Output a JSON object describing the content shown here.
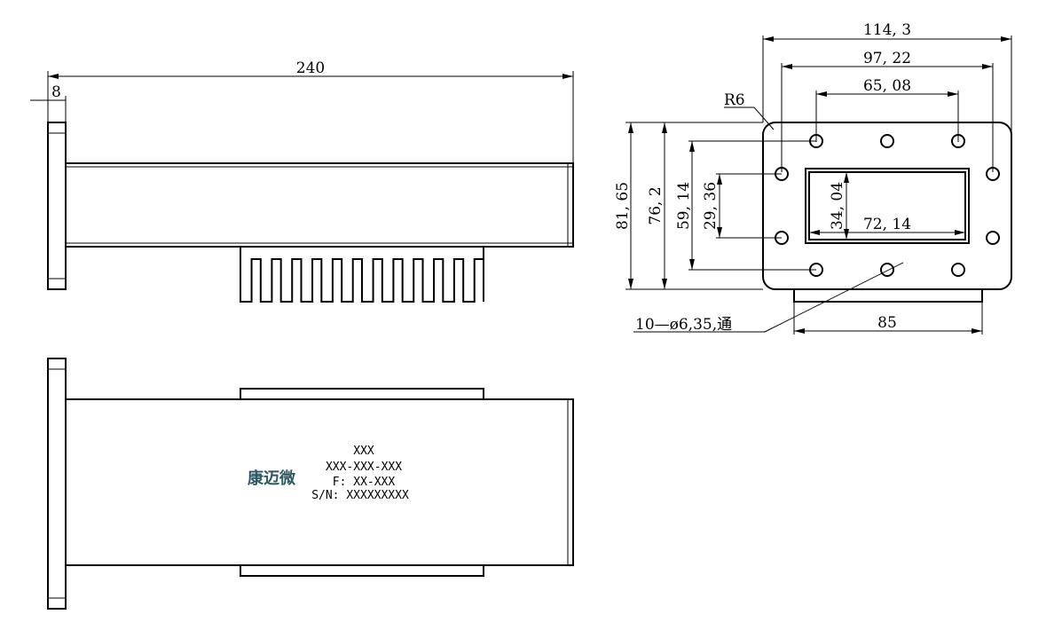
{
  "side_view": {
    "total_length": "240",
    "flange_thickness": "8"
  },
  "flange_view": {
    "width_outer": "114, 3",
    "width_holes_outer": "97, 22",
    "width_holes_inner": "65, 08",
    "corner_radius": "R6",
    "height_outer": "81, 65",
    "height_holes_outer": "76, 2",
    "height_holes_mid": "59, 14",
    "height_holes_inner": "29, 36",
    "aperture_height": "34, 04",
    "aperture_width": "72, 14",
    "hole_callout": "10—ø6,35,通",
    "base_width": "85"
  },
  "label_plate": {
    "logo": "康迈微",
    "line1": "XXX",
    "line2": "XXX-XXX-XXX",
    "line3": "F: XX-XXX",
    "line4": "S/N: XXXXXXXXX"
  }
}
